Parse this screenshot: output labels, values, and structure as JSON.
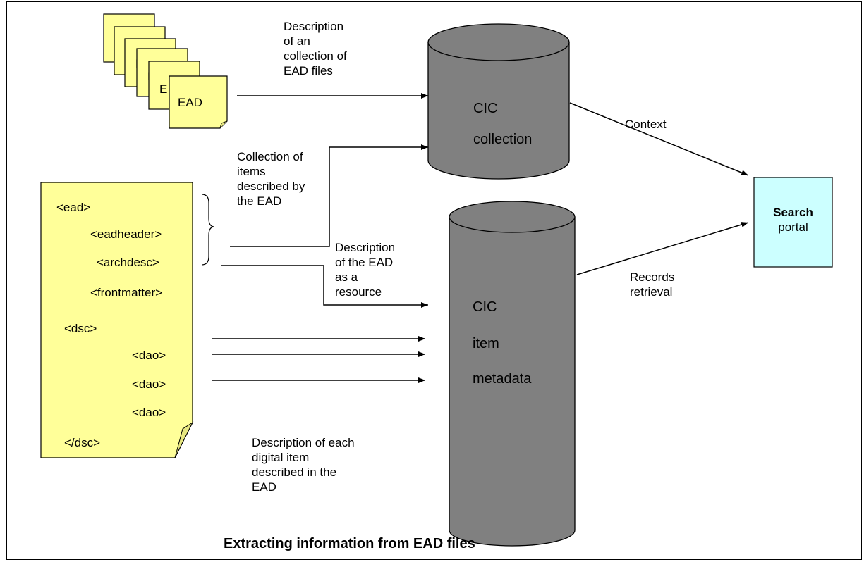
{
  "caption": "Extracting information from EAD files",
  "ead_stack": {
    "partial_label": "E",
    "front_label": "EAD"
  },
  "ead_doc": {
    "lines": [
      "<ead>",
      "<eadheader>",
      "<archdesc>",
      "<frontmatter>",
      "<dsc>",
      "<dao>",
      "<dao>",
      "<dao>",
      "</dsc>"
    ]
  },
  "databases": {
    "collection": {
      "line1": "CIC",
      "line2": "collection"
    },
    "item": {
      "line1": "CIC",
      "line2": "item",
      "line3": "metadata"
    }
  },
  "portal": {
    "line1": "Search",
    "line2": "portal"
  },
  "annotations": {
    "collection_desc": [
      "Description",
      "of an",
      "collection of",
      "EAD files"
    ],
    "items_collection": [
      "Collection of",
      "items",
      "described by",
      "the EAD"
    ],
    "ead_resource": [
      "Description",
      "of the EAD",
      "as a",
      "resource"
    ],
    "digital_items": [
      "Description of each",
      "digital item",
      "described in the",
      "EAD"
    ],
    "context": "Context",
    "records": [
      "Records",
      "retrieval"
    ]
  },
  "colors": {
    "note_fill": "#FFFF99",
    "db_fill": "#808080",
    "portal_fill": "#CCFFFF"
  }
}
